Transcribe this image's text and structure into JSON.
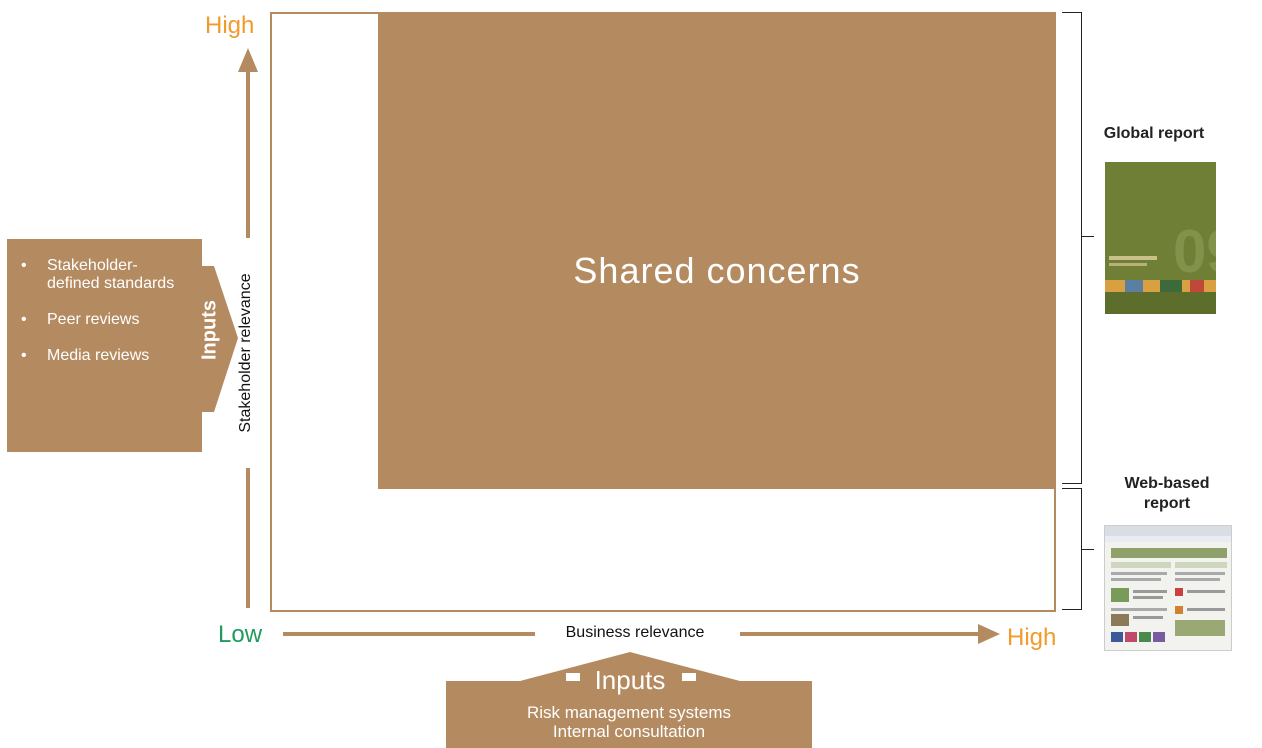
{
  "axes": {
    "y_high": "High",
    "y_label": "Stakeholder relevance",
    "x_low": "Low",
    "x_label": "Business relevance",
    "x_high": "High"
  },
  "matrix": {
    "shared_label": "Shared concerns"
  },
  "left_inputs": {
    "title": "Inputs",
    "items": [
      "Stakeholder-defined standards",
      "Peer reviews",
      "Media reviews"
    ]
  },
  "bottom_inputs": {
    "title": "Inputs",
    "lines": [
      "Risk management systems",
      "Internal consultation"
    ]
  },
  "reports": {
    "global": {
      "title": "Global report"
    },
    "web": {
      "title": "Web-based report"
    }
  },
  "colors": {
    "accent_tan": "#b48a60",
    "high_orange": "#f39a2c",
    "low_green": "#1f9c5b"
  }
}
